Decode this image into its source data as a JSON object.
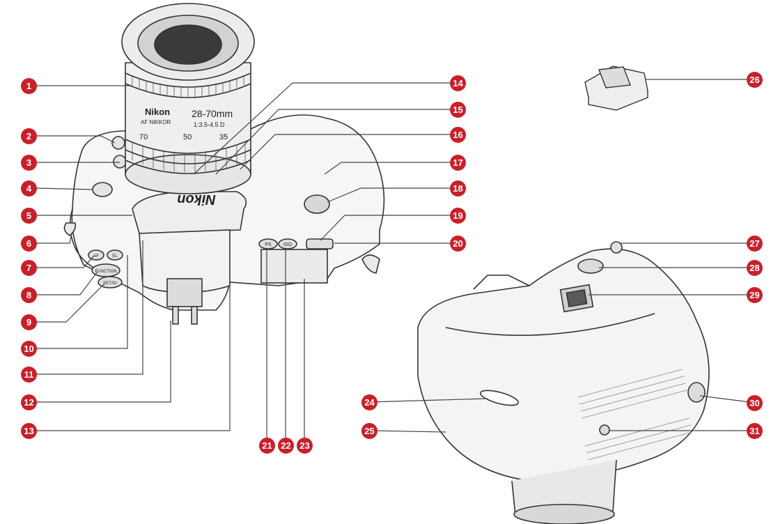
{
  "callout_color": "#c8202a",
  "camera": {
    "brand_top": "Nikon",
    "lens_brand": "Nikon",
    "lens_af": "AF NIKKOR",
    "lens_focal": "28-70mm",
    "lens_aperture": "1:3.5-4.5 D",
    "lens_marks": [
      "70",
      "50",
      "35"
    ],
    "button_labels": [
      "FUNCTION",
      "SET/IO",
      "AF",
      "EL",
      "PS",
      "ISO"
    ]
  },
  "callouts": [
    "1",
    "2",
    "3",
    "4",
    "5",
    "6",
    "7",
    "8",
    "9",
    "10",
    "11",
    "12",
    "13",
    "14",
    "15",
    "16",
    "17",
    "18",
    "19",
    "20",
    "21",
    "22",
    "23",
    "24",
    "25",
    "26",
    "27",
    "28",
    "29",
    "30",
    "31"
  ]
}
